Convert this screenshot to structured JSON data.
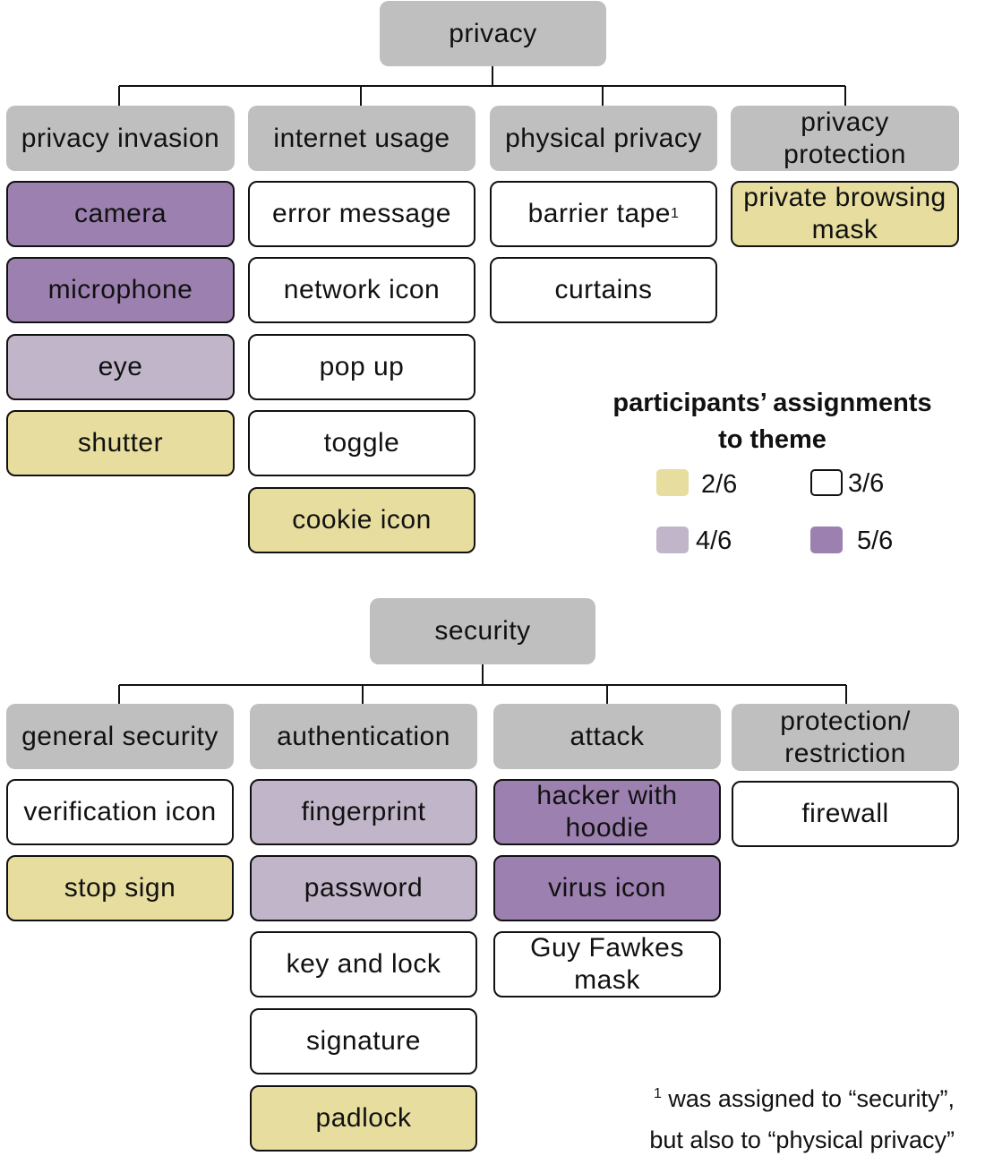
{
  "privacy": {
    "root": "privacy",
    "categories": [
      {
        "label": "privacy invasion",
        "items": [
          {
            "label": "camera",
            "level": "5/6"
          },
          {
            "label": "microphone",
            "level": "5/6"
          },
          {
            "label": "eye",
            "level": "4/6"
          },
          {
            "label": "shutter",
            "level": "2/6"
          }
        ]
      },
      {
        "label": "internet usage",
        "items": [
          {
            "label": "error message",
            "level": "3/6"
          },
          {
            "label": "network icon",
            "level": "3/6"
          },
          {
            "label": "pop up",
            "level": "3/6"
          },
          {
            "label": "toggle",
            "level": "3/6"
          },
          {
            "label": "cookie icon",
            "level": "2/6"
          }
        ]
      },
      {
        "label": "physical privacy",
        "items": [
          {
            "label": "barrier tape",
            "level": "3/6",
            "footnote_mark": "1"
          },
          {
            "label": "curtains",
            "level": "3/6"
          }
        ]
      },
      {
        "label": "privacy protection",
        "items": [
          {
            "label": "private browsing mask",
            "level": "2/6"
          }
        ]
      }
    ]
  },
  "security": {
    "root": "security",
    "categories": [
      {
        "label": "general security",
        "items": [
          {
            "label": "verification icon",
            "level": "3/6"
          },
          {
            "label": "stop sign",
            "level": "2/6"
          }
        ]
      },
      {
        "label": "authentication",
        "items": [
          {
            "label": "fingerprint",
            "level": "4/6"
          },
          {
            "label": "password",
            "level": "4/6"
          },
          {
            "label": "key and lock",
            "level": "3/6"
          },
          {
            "label": "signature",
            "level": "3/6"
          },
          {
            "label": "padlock",
            "level": "2/6"
          }
        ]
      },
      {
        "label": "attack",
        "items": [
          {
            "label": "hacker with hoodie",
            "level": "5/6"
          },
          {
            "label": "virus icon",
            "level": "5/6"
          },
          {
            "label": "Guy Fawkes mask",
            "level": "3/6"
          }
        ]
      },
      {
        "label": "protection/ restriction",
        "items": [
          {
            "label": "firewall",
            "level": "3/6"
          }
        ]
      }
    ]
  },
  "legend": {
    "title_line1": "participants’ assignments",
    "title_line2": "to theme",
    "entries": [
      {
        "label": "2/6",
        "color": "#e6dd9e"
      },
      {
        "label": "3/6",
        "color": "#ffffff"
      },
      {
        "label": "4/6",
        "color": "#c1b6c9"
      },
      {
        "label": "5/6",
        "color": "#9c80b0"
      }
    ]
  },
  "footnote": {
    "mark": "1",
    "line1": " was assigned to “security”,",
    "line2": "but also to “physical privacy”"
  }
}
